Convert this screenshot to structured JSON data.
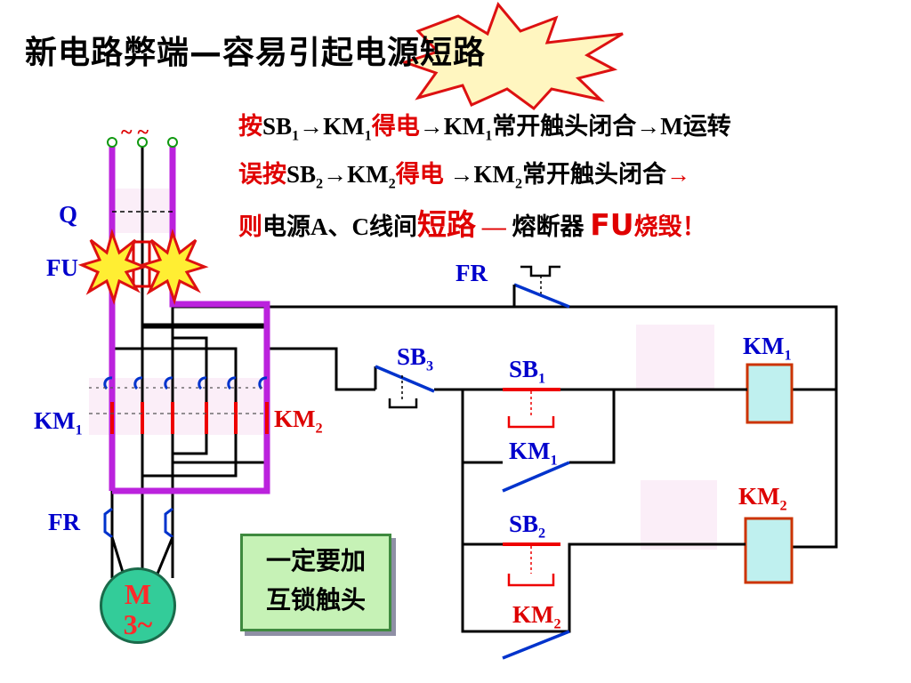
{
  "title": "新电路弊端—容易引起电源短路",
  "steps": {
    "line1": {
      "a": "按",
      "b": "SB",
      "b_sub": "1",
      "c": "→KM",
      "c_sub": "1",
      "d": "得电",
      "e": "→KM",
      "e_sub": "1",
      "f": "常开触头闭合→M运转"
    },
    "line2": {
      "a": "误按",
      "b": "SB",
      "b_sub": "2",
      "c": "→KM",
      "c_sub": "2",
      "d": "得电",
      "e": " →KM",
      "e_sub": "2",
      "f": "常开触头闭合",
      "g": "→"
    },
    "line3": {
      "a": "则",
      "b": "电源A、C线间",
      "c": "短路",
      "d": " — ",
      "e": "熔断器 ",
      "f": "FU",
      "g": "烧毁！"
    }
  },
  "labels": {
    "tilde": "~ ~",
    "q": "Q",
    "fu": "FU",
    "km1_left": "KM",
    "km1_left_sub": "1",
    "km2_mid": "KM",
    "km2_mid_sub": "2",
    "fr_left": "FR",
    "fr_ctrl": "FR",
    "sb3": "SB",
    "sb3_sub": "3",
    "sb1": "SB",
    "sb1_sub": "1",
    "km1_contact": "KM",
    "km1_contact_sub": "1",
    "sb2": "SB",
    "sb2_sub": "2",
    "km2_contact": "KM",
    "km2_contact_sub": "2",
    "km1_coil": "KM",
    "km1_coil_sub": "1",
    "km2_coil": "KM",
    "km2_coil_sub": "2"
  },
  "note": {
    "line1": "一定要加",
    "line2": "互锁触头"
  },
  "motor": {
    "line1": "M",
    "line2": "3~"
  },
  "colors": {
    "highlight_wire": "#bb22dd",
    "contact_blue": "#0033cc",
    "contact_red": "#ee0000",
    "coil_fill": "#bff0ef",
    "coil_border": "#cc3300",
    "note_fill": "#c6f2b6",
    "motor_fill": "#33cc99",
    "burst_fill": "#ffee33",
    "title_burst_fill": "#fff6c0"
  }
}
